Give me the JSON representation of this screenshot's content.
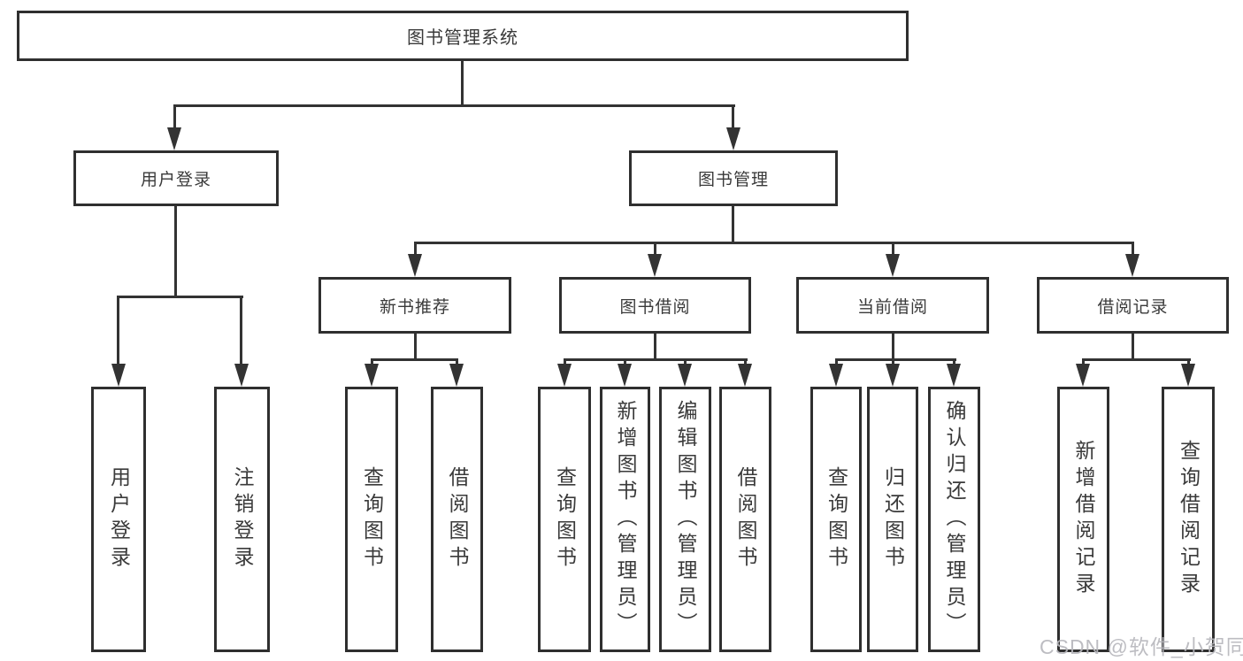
{
  "diagram": {
    "root": {
      "label": "图书管理系统"
    },
    "level2": [
      {
        "label": "用户登录"
      },
      {
        "label": "图书管理"
      }
    ],
    "level3": [
      {
        "label": "新书推荐"
      },
      {
        "label": "图书借阅"
      },
      {
        "label": "当前借阅"
      },
      {
        "label": "借阅记录"
      }
    ],
    "leaves": [
      {
        "label": "用户登录"
      },
      {
        "label": "注销登录"
      },
      {
        "label": "查询图书"
      },
      {
        "label": "借阅图书"
      },
      {
        "label": "查询图书"
      },
      {
        "label": "新增图书（管理员）"
      },
      {
        "label": "编辑图书（管理员）"
      },
      {
        "label": "借阅图书"
      },
      {
        "label": "查询图书"
      },
      {
        "label": "归还图书"
      },
      {
        "label": "确认归还（管理员）"
      },
      {
        "label": "新增借阅记录"
      },
      {
        "label": "查询借阅记录"
      }
    ],
    "line_color": "#333333"
  },
  "watermark": {
    "text": "CSDN @软件_小贺同学"
  }
}
